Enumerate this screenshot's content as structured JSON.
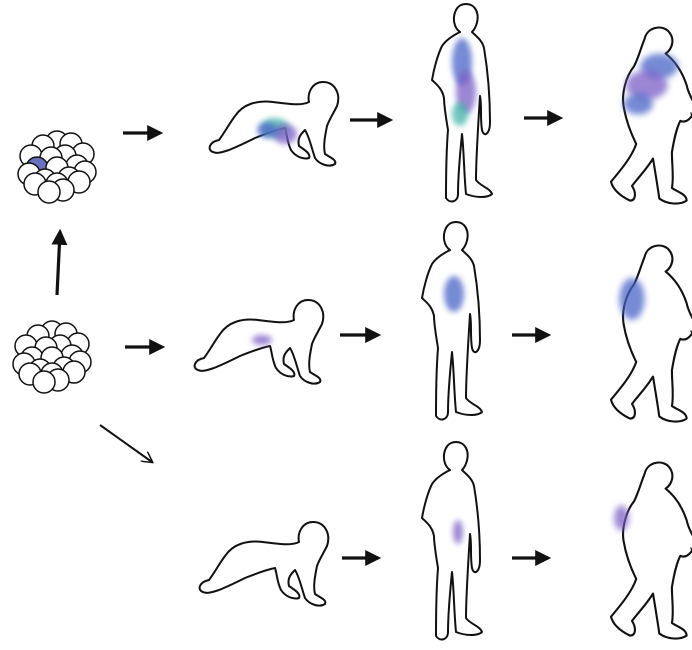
{
  "colors": {
    "outline": "#111111",
    "fill": "#ffffff",
    "marked_cell": "#6a6fc0",
    "patch_blue": "#4a63c8",
    "patch_purple": "#7b5fc6",
    "patch_teal": "#3fb5a8"
  },
  "embryos": [
    {
      "id": "top",
      "has_marked_cell": true
    },
    {
      "id": "bottom",
      "has_marked_cell": false
    }
  ],
  "rows": [
    {
      "id": "row-1",
      "patch_level": "large",
      "stages": [
        "baby-crawling",
        "adult-standing",
        "elder-with-cane"
      ]
    },
    {
      "id": "row-2",
      "patch_level": "medium",
      "stages": [
        "baby-crawling",
        "adult-standing",
        "elder-with-cane"
      ]
    },
    {
      "id": "row-3",
      "patch_level": "small",
      "stages": [
        "baby-crawling",
        "adult-standing",
        "elder-with-cane"
      ]
    }
  ],
  "arrows": [
    "embryo-to-embryo-up",
    "embryo-to-baby-row1",
    "baby-to-adult-row1",
    "adult-to-elder-row1",
    "embryo-to-baby-row2",
    "baby-to-adult-row2",
    "adult-to-elder-row2",
    "embryo-to-baby-row3-diagonal",
    "baby-to-adult-row3",
    "adult-to-elder-row3"
  ]
}
